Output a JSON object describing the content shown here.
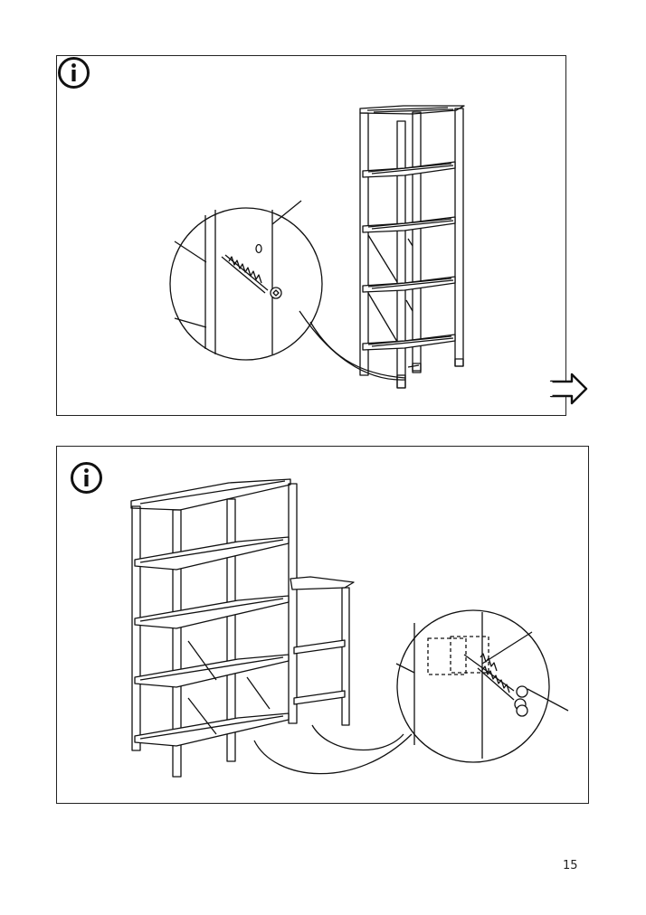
{
  "document": {
    "page_number": "15",
    "panels": [
      {
        "icons": [
          "info-icon"
        ],
        "content": "single-shelf-unit-wall-screw-detail",
        "next_arrow": "arrow-right-outline-icon"
      },
      {
        "icons": [
          "info-icon"
        ],
        "content": "combined-shelf-units-screw-detail"
      }
    ]
  }
}
